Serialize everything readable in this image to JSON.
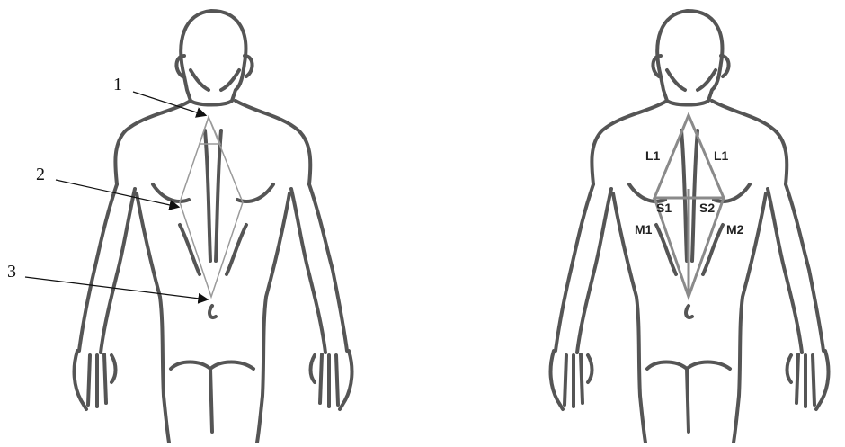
{
  "left_figure": {
    "callouts": [
      {
        "label": "1"
      },
      {
        "label": "2"
      },
      {
        "label": "3"
      }
    ]
  },
  "right_figure": {
    "labels": [
      {
        "text": "L1"
      },
      {
        "text": "L1"
      },
      {
        "text": "S1"
      },
      {
        "text": "S2"
      },
      {
        "text": "M1"
      },
      {
        "text": "M2"
      }
    ]
  },
  "colors": {
    "outline": "#555555",
    "triangle_left": "#9a9a9a",
    "triangle_right": "#8a8a8a",
    "arrow": "#111111"
  }
}
